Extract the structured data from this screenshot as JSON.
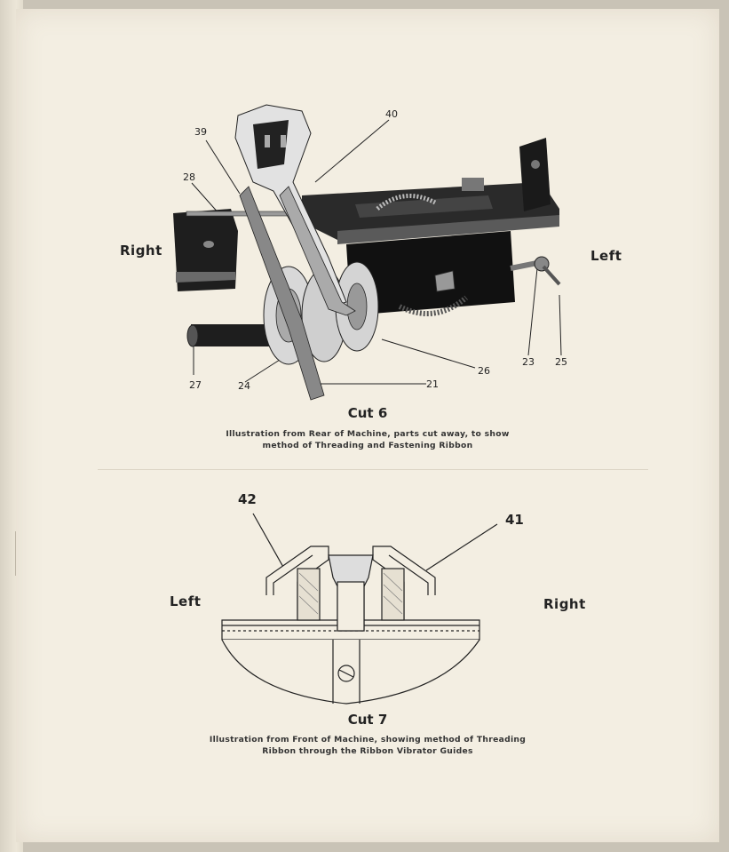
{
  "cut6": {
    "title": "Cut 6",
    "caption_line1": "Illustration from Rear of Machine, parts cut away, to show",
    "caption_line2": "method of Threading and Fastening Ribbon",
    "label_right": "Right",
    "label_left": "Left",
    "callouts": {
      "n39": "39",
      "n40": "40",
      "n28": "28",
      "n27": "27",
      "n24": "24",
      "n21": "21",
      "n26": "26",
      "n23": "23",
      "n25": "25"
    }
  },
  "cut7": {
    "title": "Cut 7",
    "caption_line1": "Illustration from Front of Machine, showing method of Threading",
    "caption_line2": "Ribbon through the Ribbon Vibrator Guides",
    "label_left": "Left",
    "label_right": "Right",
    "callouts": {
      "n42": "42",
      "n41": "41"
    }
  }
}
